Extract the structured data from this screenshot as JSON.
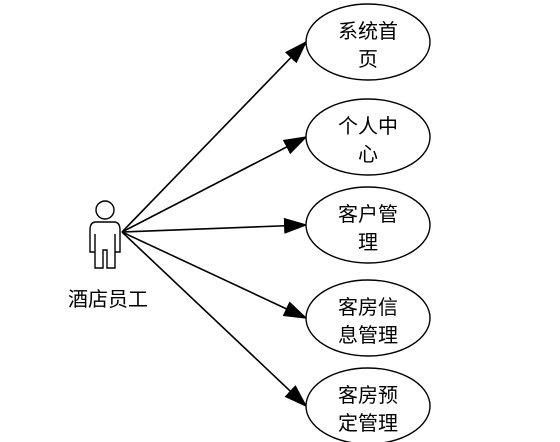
{
  "actor": {
    "label": "酒店员工"
  },
  "use_cases": [
    {
      "line1": "系统首",
      "line2": "页"
    },
    {
      "line1": "个人中",
      "line2": "心"
    },
    {
      "line1": "客户管",
      "line2": "理"
    },
    {
      "line1": "客房信",
      "line2": "息管理"
    },
    {
      "line1": "客房预",
      "line2": "定管理"
    }
  ],
  "colors": {
    "stroke": "#000000",
    "fill": "#ffffff",
    "text": "#000000"
  }
}
